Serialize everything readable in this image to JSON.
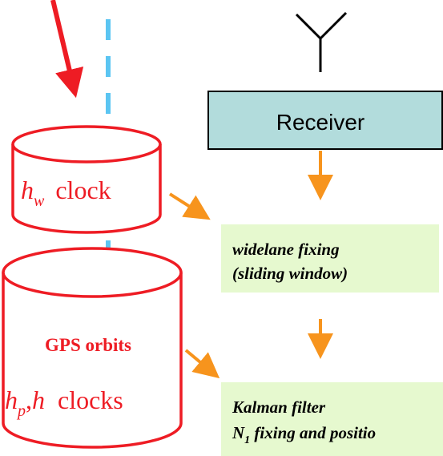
{
  "receiver": {
    "label": "Receiver"
  },
  "widelane_db": {
    "symbol": "h",
    "subscript": "w",
    "label": "clock"
  },
  "orbits_db": {
    "title": "GPS orbits",
    "symbol_p": "h",
    "subscript_p": "p",
    "separator": ",",
    "symbol": "h",
    "label": "clocks"
  },
  "step_widelane": {
    "line1": "widelane fixing",
    "line2": "(sliding window)"
  },
  "step_kalman": {
    "line1": "Kalman filter",
    "line2_prefix": "N",
    "line2_subscript": "1",
    "line2_rest": " fixing and positio"
  },
  "colors": {
    "red": "#ee1c24",
    "orange": "#f7941d",
    "dashed_blue": "#5bc5f2",
    "receiver_fill": "#b2dcdc",
    "step_fill": "#e6f9cf",
    "black": "#000000"
  },
  "icons": {
    "antenna": "antenna-icon"
  }
}
